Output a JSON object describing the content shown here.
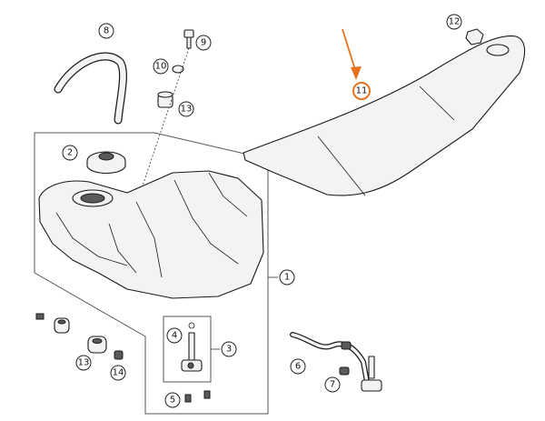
{
  "diagram": {
    "accent_color": "#e8731c",
    "callouts": [
      {
        "id": "c1",
        "label": "1"
      },
      {
        "id": "c2",
        "label": "2"
      },
      {
        "id": "c3",
        "label": "3"
      },
      {
        "id": "c4",
        "label": "4"
      },
      {
        "id": "c5",
        "label": "5"
      },
      {
        "id": "c6",
        "label": "6"
      },
      {
        "id": "c7",
        "label": "7"
      },
      {
        "id": "c8",
        "label": "8"
      },
      {
        "id": "c9",
        "label": "9"
      },
      {
        "id": "c10",
        "label": "10"
      },
      {
        "id": "c11",
        "label": "11",
        "highlighted": true
      },
      {
        "id": "c12",
        "label": "12"
      },
      {
        "id": "c13a",
        "label": "13"
      },
      {
        "id": "c13b",
        "label": "13"
      },
      {
        "id": "c14",
        "label": "14"
      }
    ]
  }
}
